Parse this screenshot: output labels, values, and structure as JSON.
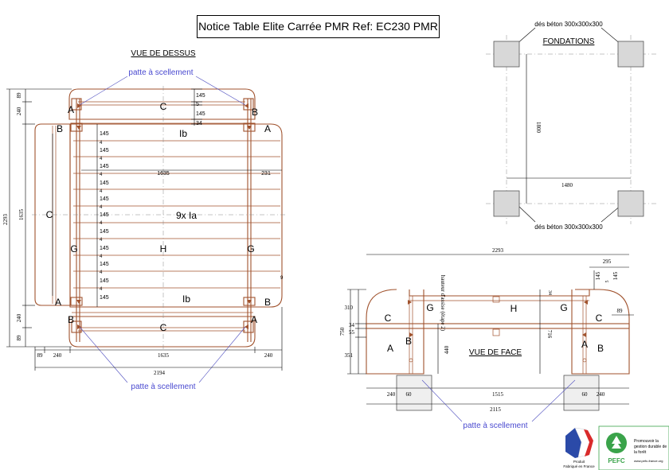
{
  "title": "Notice Table Elite Carrée PMR Ref: EC230 PMR",
  "top_view": {
    "heading": "VUE DE DESSUS",
    "anchor_label": "patte à scellement",
    "anchor_label_bottom": "patte à scellement",
    "part_labels": {
      "A": "A",
      "B": "B",
      "C": "C",
      "G": "G",
      "H": "H",
      "Ib": "Ib",
      "Ia": "9x Ia"
    },
    "board_widths": [
      "145",
      "145",
      "145",
      "145",
      "145",
      "145",
      "145",
      "145",
      "145",
      "145",
      "145"
    ],
    "gap": "4",
    "top_dims": {
      "d145a": "145",
      "d5": "5",
      "d145b": "145",
      "d34": "34"
    },
    "inner_1635": "1635",
    "inner_231": "231",
    "dim_9": "9",
    "left_dims": {
      "d240t": "240",
      "d89t": "89",
      "d2293": "2293",
      "d1635": "1635",
      "d240b": "240",
      "d89b": "89"
    },
    "bottom_dims": {
      "d89": "89",
      "d240l": "240",
      "d1635": "1635",
      "d240r": "240",
      "d2194": "2194"
    }
  },
  "foundations": {
    "heading": "FONDATIONS",
    "block_label_top": "dés béton 300x300x300",
    "block_label_bottom": "dés béton 300x300x300",
    "d1800": "1800",
    "d1480": "1480"
  },
  "front_view": {
    "heading": "VUE DE FACE",
    "anchor_label": "patte à scellement",
    "seat_label": "hauteur d'assise (étape 2)",
    "part_labels": {
      "A": "A",
      "B": "B",
      "C": "C",
      "G": "G",
      "H": "H"
    },
    "dims": {
      "d2293": "2293",
      "d295": "295",
      "d145a": "145",
      "d5": "5",
      "d145b": "145",
      "d34r": "34",
      "d89": "89",
      "d310": "310",
      "d750": "750",
      "d34": "34",
      "d55": "55",
      "d351": "351",
      "d440": "440",
      "d716": "716",
      "d240l": "240",
      "d60l": "60",
      "d1515": "1515",
      "d60r": "60",
      "d240r": "240",
      "d2115": "2115"
    }
  },
  "logos": {
    "france_line1": "Produit",
    "france_line2": "Fabriqué en France",
    "pefc_name": "PEFC",
    "pefc_text1": "Promouvoir la",
    "pefc_text2": "gestion durable de",
    "pefc_text3": "la forêt",
    "pefc_url": "www.pefc-france.org"
  },
  "colors": {
    "wood": "#a0522d",
    "annotation": "#4a4ad0",
    "concrete": "#d8d8d8"
  }
}
